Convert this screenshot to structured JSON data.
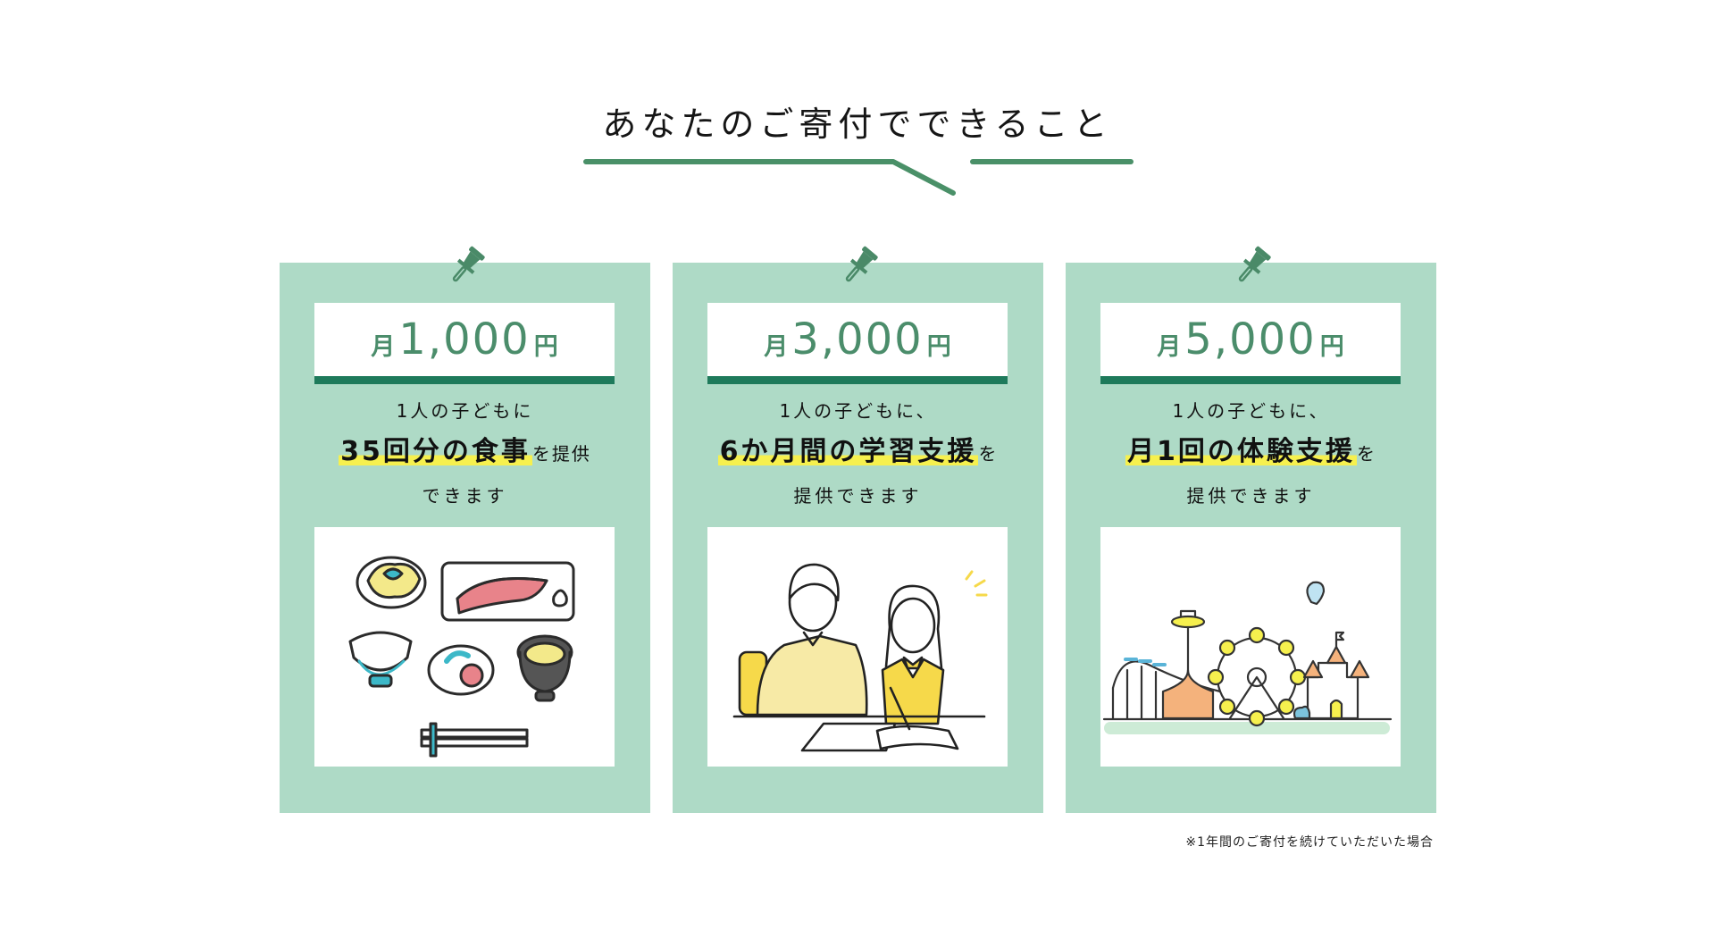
{
  "heading": {
    "title": "あなたのご寄付でできること"
  },
  "colors": {
    "accent_green": "#4b8d6b",
    "dark_green": "#1e7a5b",
    "card_bg": "#aedac6",
    "highlight_yellow": "#f6f04e"
  },
  "cards": [
    {
      "price_prefix": "月",
      "price_amount": "1,000",
      "price_suffix": "円",
      "line1": "1人の子どもに",
      "highlight": "35回分の食事",
      "highlight_tail": "を提供",
      "line3": "できます",
      "illustration": "japanese-meal-illustration",
      "pin_icon": "pushpin-icon"
    },
    {
      "price_prefix": "月",
      "price_amount": "3,000",
      "price_suffix": "円",
      "line1": "1人の子どもに、",
      "highlight": "6か月間の学習支援",
      "highlight_tail": "を",
      "line3": "提供できます",
      "illustration": "tutoring-illustration",
      "pin_icon": "pushpin-icon"
    },
    {
      "price_prefix": "月",
      "price_amount": "5,000",
      "price_suffix": "円",
      "line1": "1人の子どもに、",
      "highlight": "月1回の体験支援",
      "highlight_tail": "を",
      "line3": "提供できます",
      "illustration": "amusement-park-illustration",
      "pin_icon": "pushpin-icon"
    }
  ],
  "footnote": "※1年間のご寄付を続けていただいた場合"
}
